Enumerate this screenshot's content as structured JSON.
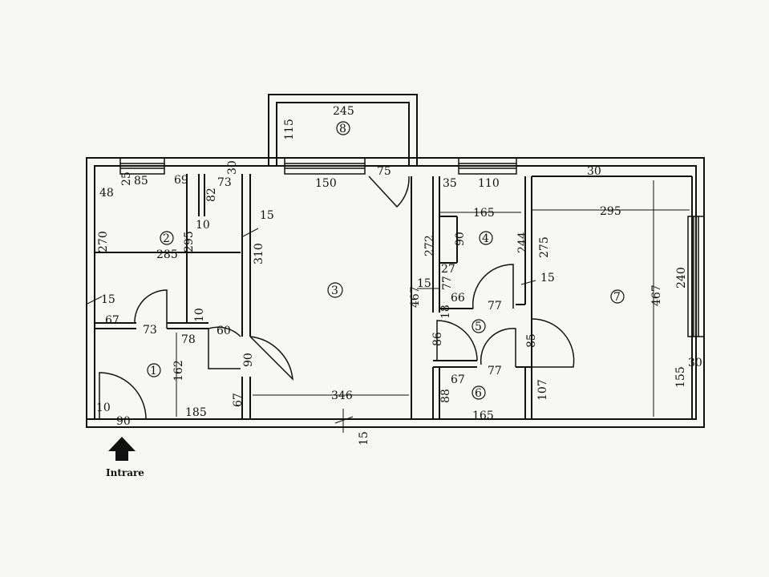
{
  "plan": {
    "entrance_label": "Intrare",
    "rooms": [
      "1",
      "2",
      "3",
      "4",
      "5",
      "6",
      "7",
      "8"
    ],
    "dimensions": {
      "r8_width": "245",
      "r8_height": "115",
      "r8_window": "150",
      "r8_door": "75",
      "r2_48": "48",
      "r2_25": "25",
      "r2_85": "85",
      "r2_69": "69",
      "r2_73": "73",
      "r2_30": "30",
      "r2_82": "82",
      "r2_10a": "10",
      "r2_270": "270",
      "r2_285": "285",
      "r2_295": "295",
      "r2_15": "15",
      "r3_310": "310",
      "r1_15": "15",
      "r1_67": "67",
      "r1_73": "73",
      "r1_78": "78",
      "r1_10": "10",
      "r1_60": "60",
      "r1_90door": "90",
      "r1_162": "162",
      "r1_185": "185",
      "r1_67b": "67",
      "r1_10b": "10",
      "r1_90": "90",
      "r3_346": "346",
      "r3_467": "467",
      "r3_272": "272",
      "ext_15": "15",
      "r4_35": "35",
      "r4_110": "110",
      "r4_165": "165",
      "r4_90": "90",
      "r4_244": "244",
      "r4_275": "275",
      "r4_27": "27",
      "r4_77": "77",
      "r4_15": "15",
      "r4_15b": "15",
      "r4_66": "66",
      "r5_77": "77",
      "r5_18": "18",
      "r5_86": "86",
      "r5_85": "85",
      "r6_67": "67",
      "r6_77": "77",
      "r6_88": "88",
      "r6_165": "165",
      "r6_107": "107",
      "r7_30": "30",
      "r7_295": "295",
      "r7_467": "467",
      "r7_240": "240",
      "r7_30b": "30",
      "r7_155": "155"
    }
  }
}
